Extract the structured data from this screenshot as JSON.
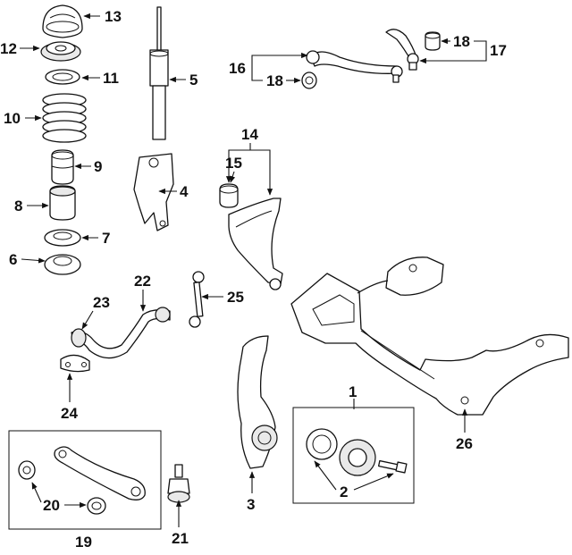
{
  "callouts": {
    "c1": "1",
    "c2": "2",
    "c3": "3",
    "c4": "4",
    "c5": "5",
    "c6": "6",
    "c7": "7",
    "c8": "8",
    "c9": "9",
    "c10": "10",
    "c11": "11",
    "c12": "12",
    "c13": "13",
    "c14": "14",
    "c15": "15",
    "c16": "16",
    "c17": "17",
    "c18a": "18",
    "c18b": "18",
    "c19": "19",
    "c20": "20",
    "c21": "21",
    "c22": "22",
    "c23": "23",
    "c24": "24",
    "c25": "25",
    "c26": "26"
  }
}
